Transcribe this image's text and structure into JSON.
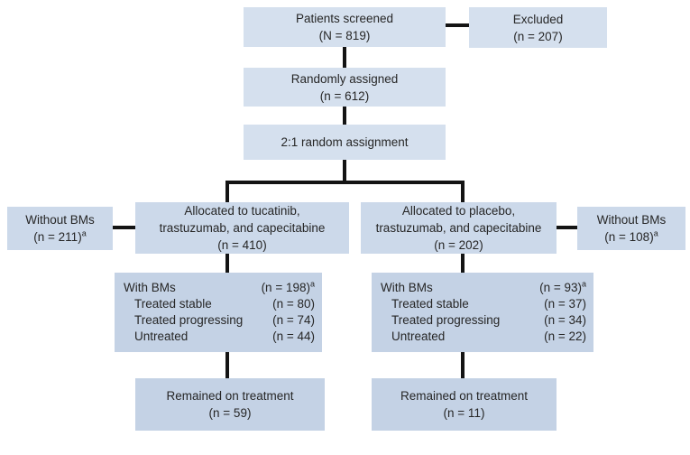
{
  "colors": {
    "box_fill_top": "#d5e0ee",
    "box_fill_mid": "#ccd9ea",
    "box_fill_bottom": "#c4d2e5",
    "connector": "#141414",
    "text": "#262626"
  },
  "flowchart": {
    "patients_screened": {
      "line1": "Patients screened",
      "line2": "(N = 819)"
    },
    "excluded": {
      "line1": "Excluded",
      "line2": "(n = 207)"
    },
    "randomly_assigned": {
      "line1": "Randomly assigned",
      "line2": "(n = 612)"
    },
    "random_assignment": {
      "line1": "2:1 random assignment"
    },
    "without_bms_left": {
      "line1": "Without BMs",
      "line2": "(n = 211)",
      "superscript": "a"
    },
    "allocated_tucatinib": {
      "line1": "Allocated to tucatinib,",
      "line2": "trastuzumab, and capecitabine",
      "line3": "(n = 410)"
    },
    "allocated_placebo": {
      "line1": "Allocated to placebo,",
      "line2": "trastuzumab, and capecitabine",
      "line3": "(n = 202)"
    },
    "without_bms_right": {
      "line1": "Without BMs",
      "line2": "(n = 108)",
      "superscript": "a"
    },
    "with_bms_left": {
      "rows": [
        {
          "label": "With BMs",
          "value": "(n = 198)",
          "superscript": "a"
        },
        {
          "label": "Treated stable",
          "value": "(n = 80)"
        },
        {
          "label": "Treated progressing",
          "value": "(n = 74)"
        },
        {
          "label": "Untreated",
          "value": "(n = 44)"
        }
      ]
    },
    "with_bms_right": {
      "rows": [
        {
          "label": "With BMs",
          "value": "(n = 93)",
          "superscript": "a"
        },
        {
          "label": "Treated stable",
          "value": "(n = 37)"
        },
        {
          "label": "Treated progressing",
          "value": "(n = 34)"
        },
        {
          "label": "Untreated",
          "value": "(n = 22)"
        }
      ]
    },
    "remained_left": {
      "line1": "Remained on treatment",
      "line2": "(n = 59)"
    },
    "remained_right": {
      "line1": "Remained on treatment",
      "line2": "(n = 11)"
    }
  }
}
